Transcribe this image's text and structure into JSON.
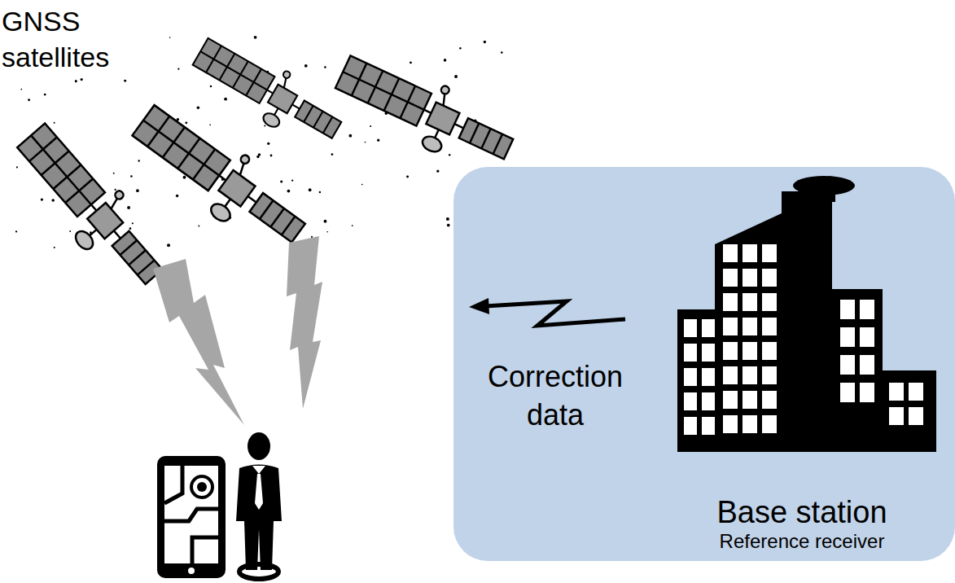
{
  "diagram": {
    "nodes": [
      {
        "text": [
          "Base station",
          "Reference receiver"
        ]
      }
    ],
    "labels": [
      "GNSS satellites",
      "Correction data"
    ]
  }
}
